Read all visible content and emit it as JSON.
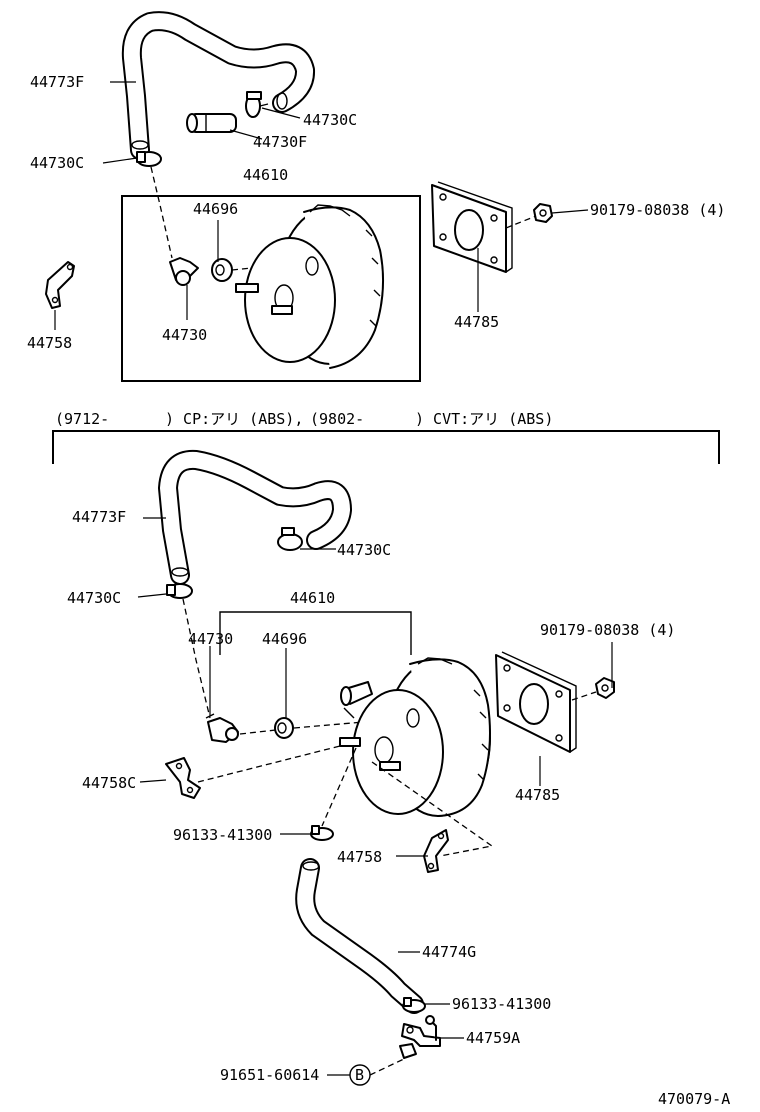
{
  "upper": {
    "labels": {
      "hose": "44773F",
      "clamp_right": "44730C",
      "connector": "44730F",
      "clamp_left": "44730C",
      "booster_assy": "44610",
      "gasket_small": "44696",
      "union": "44730",
      "bracket": "44758",
      "nut": "90179-08038 (4)",
      "gasket_plate": "44785"
    }
  },
  "section_header": {
    "part1": "(9712-",
    "part2": ") CP:アリ (ABS),",
    "part3": "(9802-",
    "part4": ") CVT:アリ (ABS)"
  },
  "lower": {
    "labels": {
      "hose": "44773F",
      "clamp_right": "44730C",
      "clamp_left": "44730C",
      "booster_assy": "44610",
      "union": "44730",
      "gasket_small": "44696",
      "nut": "90179-08038 (4)",
      "gasket_plate": "44785",
      "bracket_c": "44758C",
      "clamp_96133_a": "96133-41300",
      "bracket": "44758",
      "hose_g": "44774G",
      "clamp_96133_b": "96133-41300",
      "bracket_a": "44759A",
      "bolt": "91651-60614",
      "ref_b": "B"
    }
  },
  "figure_number": "470079-A"
}
